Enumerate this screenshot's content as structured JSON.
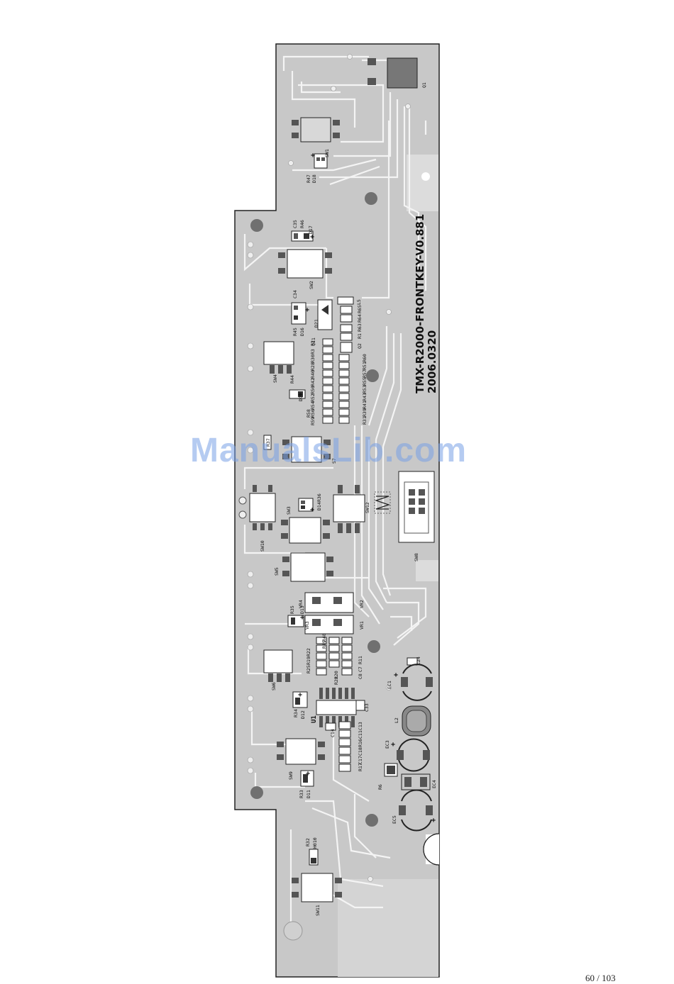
{
  "board": {
    "title_line1": "TMX-R2000-FRONTKEY-V0.881",
    "title_line2": "2006.0320"
  },
  "labels": {
    "q1": "Q1",
    "sw1": "SW1",
    "r47": "R47",
    "d18": "D18",
    "c35": "C35",
    "r46": "R46",
    "d17": "D17",
    "sw2": "SW2",
    "c34": "C34",
    "r45": "R45",
    "d16": "D16",
    "d21": "D21",
    "q11": "Q11",
    "l5": "L5",
    "q2": "Q2",
    "r65": "R65",
    "r64": "R64",
    "r63": "R63",
    "r1": "R1",
    "r2": "R2",
    "r3": "R3",
    "r30": "R30",
    "r28": "R28",
    "r40": "R40",
    "r42": "R42",
    "r50": "R50",
    "r52": "R52",
    "r54": "R54",
    "r56": "R56",
    "r58": "R58",
    "r59": "R59",
    "r60": "R60",
    "r51": "R51",
    "r57": "R57",
    "r55": "R55",
    "r53": "R53",
    "r43": "R43",
    "r41": "R41",
    "r39": "R39",
    "r31": "R31",
    "sw4": "SW4",
    "r44": "R44",
    "d15": "D15",
    "r37": "R37",
    "s7": "S7",
    "sw10": "SW10",
    "sw3": "SW3",
    "d14": "D14",
    "r36": "R36",
    "sw12": "SW12",
    "sw8": "SW8",
    "sw5": "SW5",
    "vr4": "VR4",
    "vr2": "VR2",
    "vr3": "VR3",
    "vr1": "VR1",
    "r35": "R35",
    "d13": "D13",
    "r22": "R22",
    "r19": "R19",
    "r25": "R25",
    "r48": "R48",
    "r49": "R49",
    "r11": "R11",
    "c7": "C7",
    "c8": "C8",
    "r20": "R20",
    "r23": "R23",
    "sw6": "SW6",
    "c24": "C24",
    "ec1": "EC1",
    "u1": "U1",
    "c33": "C33",
    "r34": "R34",
    "d12": "D12",
    "l2": "L2",
    "c13": "C13",
    "c14": "C14",
    "c11": "C11",
    "r16": "R16",
    "c18": "C18",
    "c17": "C17",
    "r17": "R17",
    "ec3": "EC3",
    "sw9": "SW9",
    "r33": "R33",
    "d11": "D11",
    "r6": "R6",
    "ec4": "EC4",
    "ec5": "EC5",
    "r32": "R32",
    "h010": "H010",
    "sw11": "SW11"
  },
  "watermark": "ManualsLib.com",
  "page_number": "60 / 103",
  "colors": {
    "board_fill": "#c8c8c8",
    "board_outline": "#222222",
    "trace": "#f4f4f4",
    "pad": "#555555",
    "hole": "#707070"
  }
}
